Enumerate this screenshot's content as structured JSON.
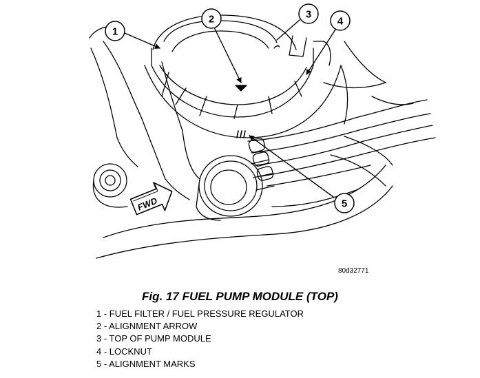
{
  "figure": {
    "code": "80d32771",
    "caption": "Fig. 17 FUEL PUMP MODULE (TOP)",
    "fwd_label": "FWD"
  },
  "callouts": [
    {
      "num": "1"
    },
    {
      "num": "2"
    },
    {
      "num": "3"
    },
    {
      "num": "4"
    },
    {
      "num": "5"
    }
  ],
  "legend": [
    {
      "text": "1 - FUEL FILTER / FUEL PRESSURE REGULATOR"
    },
    {
      "text": "2 - ALIGNMENT ARROW"
    },
    {
      "text": "3 - TOP OF PUMP MODULE"
    },
    {
      "text": "4 - LOCKNUT"
    },
    {
      "text": "5 - ALIGNMENT MARKS"
    }
  ]
}
